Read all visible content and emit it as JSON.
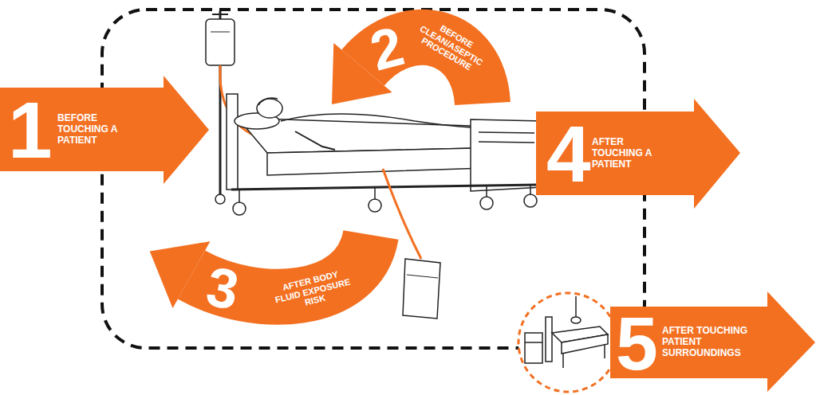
{
  "diagram": {
    "nodes": [
      {
        "text": [
          "1",
          "BEFORE TOUCHING A PATIENT"
        ]
      },
      {
        "text": [
          "2",
          "BEFORE CLEAN/ASEPTIC PROCEDURE"
        ]
      },
      {
        "text": [
          "3",
          "AFTER BODY FLUID EXPOSURE RISK"
        ]
      },
      {
        "text": [
          "4",
          "AFTER TOUCHING A PATIENT"
        ]
      },
      {
        "text": [
          "5",
          "AFTER TOUCHING PATIENT SURROUNDINGS"
        ]
      }
    ]
  }
}
